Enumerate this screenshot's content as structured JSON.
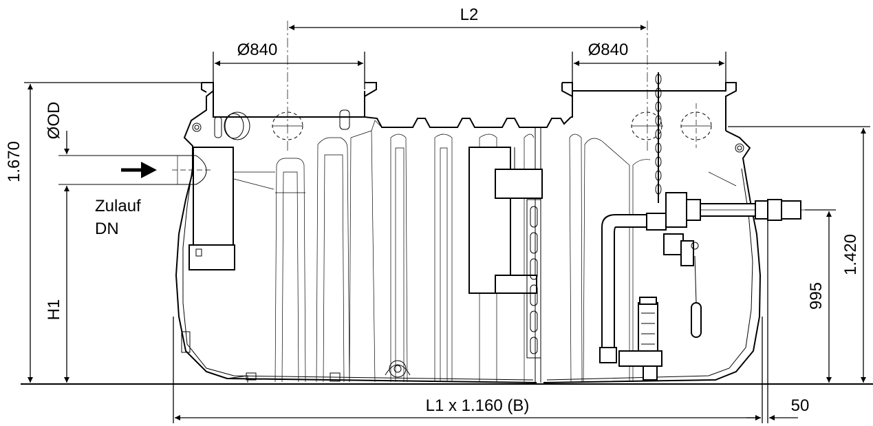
{
  "labels": {
    "l2": "L2",
    "dia_left": "Ø840",
    "dia_right": "Ø840",
    "od": "ØOD",
    "height_total": "1.670",
    "inlet_line1": "Zulauf",
    "inlet_line2": "DN",
    "h1": "H1",
    "height_right": "1.420",
    "height_outlet": "995",
    "length": "L1 x 1.160 (B)",
    "offset": "50"
  }
}
